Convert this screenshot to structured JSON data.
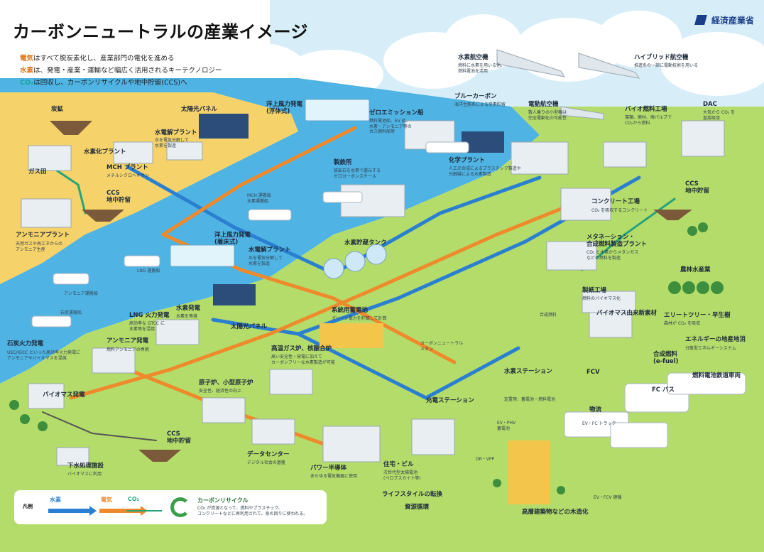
{
  "header": {
    "title": "カーボンニュートラルの産業イメージ",
    "logo_text": "経済産業省"
  },
  "intro": {
    "line1_key": "電気",
    "line1_rest": "はすべて脱炭素化し、産業部門の電化を進める",
    "line2_key": "水素",
    "line2_rest": "は、発電・産業・運輸など幅広く活用されるキーテクノロジー",
    "line3_key": "CO₂",
    "line3_rest": "は回収し、カーボンリサイクルや地中貯留(CCS)へ"
  },
  "labels": {
    "coal_mine": "炭鉱",
    "gas_field": "ガス田",
    "hydrogenation_plant": "水素化プラント",
    "mch_plant": "MCH プラント",
    "mch_plant_sub": "メチルシクロヘキサン",
    "ccs_top": "CCS\n地中貯留",
    "ammonia_plant": "アンモニアプラント",
    "ammonia_plant_sub": "天然ガスや再エネからの\nアンモニア生産",
    "lng_carrier": "LNG 運搬船",
    "ammonia_carrier": "アンモニア運搬船",
    "coal_carrier": "石炭運搬船",
    "coal_power": "石炭火力発電",
    "coal_power_sub": "USC/IGCC といった高効率火力発電に\nアンモニアやバイオマスを混焼",
    "biomass_power": "バイオマス発電",
    "sewage": "下水処理施設",
    "sewage_sub": "バイオマスに利用",
    "ccs_bottom": "CCS\n地中貯留",
    "solar_top": "太陽光パネル",
    "electrolysis_top": "水電解プラント",
    "electrolysis_top_sub": "水を電気分解して\n水素を製造",
    "offshore_floating": "洋上風力発電\n(浮体式)",
    "mch_carrier": "MCH 運搬船\n水素運搬船",
    "offshore_fixed": "洋上風力発電\n(着床式)",
    "electrolysis_mid": "水電解プラント",
    "electrolysis_mid_sub": "水を電気分解して\n水素を製造",
    "lng_power": "LNG 火力発電",
    "lng_power_sub": "高効率な GTCC に\n水素等を混焼",
    "hydrogen_power": "水素発電",
    "hydrogen_power_sub": "水素を専焼",
    "ammonia_power": "アンモニア発電",
    "ammonia_power_sub": "燃料アンモニアの専焼",
    "solar_mid": "太陽光パネル",
    "nuclear": "原子炉、小型原子炉",
    "nuclear_sub": "安全性、経済性の向上",
    "htgr": "高温ガス炉、核融合炉",
    "htgr_sub": "高い安全性・発電に加えて\nカーボンフリーな水素製造が可能",
    "datacenter": "データセンター",
    "datacenter_sub": "デジタル社会の基盤",
    "power_semi": "パワー半導体",
    "power_semi_sub": "あらゆる電気機器に使用",
    "grid_battery": "系統用蓄電池",
    "grid_battery_sub": "グリーン電力を貯蔵して計算",
    "h2_tank": "水素貯蔵タンク",
    "steel": "製鉄所",
    "steel_sub": "鉄鉱石を水素で還元する\nゼロカーボンスチール",
    "zero_ship": "ゼロエミッション船",
    "zero_ship_sub": "燃料電池船、EV 船、\n水素・アンモニア等の\nガス燃料船等",
    "blue_carbon": "ブルーカーボン",
    "blue_carbon_sub": "海洋生態系による炭素貯留",
    "chem_plant": "化学プラント",
    "chem_plant_sub": "人工光合成によるプラスチック製造や\n光触媒による水素製造",
    "h2_aircraft": "水素航空機",
    "h2_aircraft_sub": "燃料に水素を用いる他、\n燃料電池を活用",
    "hybrid_aircraft": "ハイブリッド航空機",
    "hybrid_aircraft_sub": "推進系の一部に電動技術を用いる",
    "e_aircraft": "電動航空機",
    "e_aircraft_sub": "数人乗りの小型機は\n完全電動化の可能性",
    "biofuel": "バイオ燃料工場",
    "biofuel_sub": "藻類、廃材、廃パルプで\nCO₂から燃料",
    "dac": "DAC",
    "dac_sub": "大気から CO₂ を\n直接吸収",
    "ccs_right": "CCS\n地中貯留",
    "concrete": "コンクリート工場",
    "concrete_sub": "CO₂ を吸収するコンクリート",
    "methanation": "メタネーション・\n合成燃料製造プラント",
    "methanation_sub": "CO₂ と水素からメタンガス\nなどの燃料を製造",
    "agri": "農林水産業",
    "paper_mill": "製紙工場",
    "paper_mill_sub": "燃料のバイオマス化",
    "biomass_material": "バイオマス由来新素材",
    "elite_tree": "エリートツリー・早生樹",
    "elite_tree_sub": "森林が CO₂ を吸収",
    "local_energy": "エネルギーの地産地消",
    "local_energy_sub": "分散型エネルギーシステム",
    "synthetic_fuel_line": "合成燃料",
    "cn_methane_line": "カーボンニュートラル\nメタン",
    "efuel": "合成燃料\n(e-fuel)",
    "h2_station": "水素ステーション",
    "fcv": "FCV",
    "fc_bus": "FC バス",
    "fc_train": "燃料電池鉄道車両",
    "logistics": "物流",
    "ev_fc_truck": "EV・FC トラック",
    "stationary": "定置用：蓄電池・燃料電池",
    "charging": "充電ステーション",
    "ev_phv": "EV・PHV\n蓄電池",
    "housing": "住宅・ビル",
    "housing_sub": "次世代型太陽電池\n(ペロブスカイト等)",
    "dr_vpp": "DR・VPP",
    "lifestyle": "ライフスタイルの転換",
    "resource_cycle": "資源循環",
    "wood_building": "高層建築物などの木造化",
    "construction": "EV・FCV 建機"
  },
  "legend": {
    "title": "凡例",
    "hydrogen": "水素",
    "electricity": "電気",
    "co2": "CO₂",
    "recycle_title": "カーボンリサイクル",
    "recycle_text": "CO₂ が資源となって、燃料やプラスチック、\nコンクリートなどに再利用されて、身の回りに使われる。"
  },
  "colors": {
    "sky": "#bfe6f7",
    "sea": "#4fb3e3",
    "land_green": "#b4dc6a",
    "land_yellow": "#f6d36a",
    "hydrogen_flow": "#2b7fd1",
    "electricity_flow": "#ee8a2c",
    "co2_flow": "#27a37a",
    "recycle_green": "#3a9e4a",
    "logo_blue": "#1d3f8a"
  },
  "icons": [
    "logo-icon",
    "recycle-icon",
    "hydrogen-arrow-icon",
    "electricity-arrow-icon",
    "co2-arrow-icon"
  ]
}
